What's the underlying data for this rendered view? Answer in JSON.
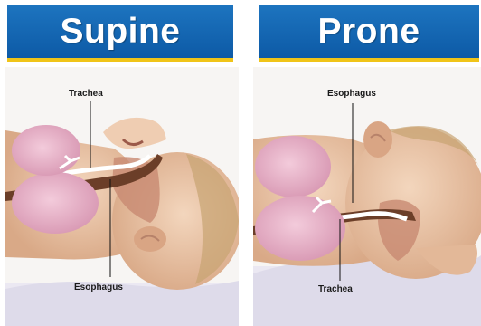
{
  "panels": {
    "supine": {
      "title": "Supine",
      "label_top": "Trachea",
      "label_bottom": "Esophagus"
    },
    "prone": {
      "title": "Prone",
      "label_top": "Esophagus",
      "label_bottom": "Trachea"
    }
  },
  "colors": {
    "header_blue": "#1268b4",
    "header_accent": "#f0c419",
    "skin": "#e8c4a6",
    "lung": "#e6b2c6"
  }
}
